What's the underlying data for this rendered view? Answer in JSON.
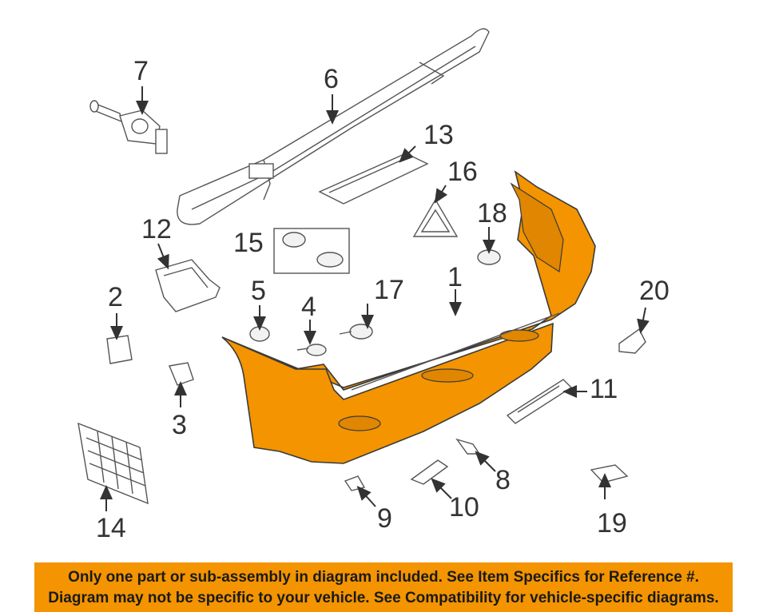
{
  "callouts": {
    "c1": "1",
    "c2": "2",
    "c3": "3",
    "c4": "4",
    "c5": "5",
    "c6": "6",
    "c7": "7",
    "c8": "8",
    "c9": "9",
    "c10": "10",
    "c11": "11",
    "c12": "12",
    "c13": "13",
    "c14": "14",
    "c15": "15",
    "c16": "16",
    "c17": "17",
    "c18": "18",
    "c19": "19",
    "c20": "20"
  },
  "disclaimer": {
    "line1": "Only one part or sub-assembly in diagram included. See Item Specifics for Reference #.",
    "line2": "Diagram may not be specific to your vehicle. See Compatibility for vehicle-specific diagrams."
  },
  "colors": {
    "highlight": "#f39400",
    "banner": "#f39400"
  }
}
